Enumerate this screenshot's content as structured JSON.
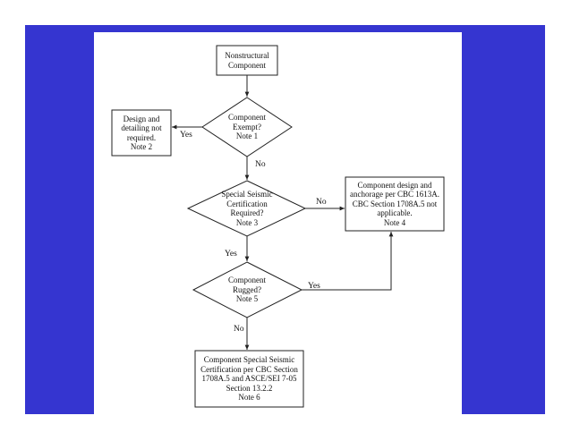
{
  "colors": {
    "slide_background": "#3535d0",
    "page_background": "#ffffff",
    "line": "#222222"
  },
  "flowchart": {
    "nodes": {
      "start": {
        "text": "Nonstructural\nComponent"
      },
      "exempt": {
        "text": "Component\nExempt?\nNote 1"
      },
      "not_required": {
        "text": "Design and\ndetailing not\nrequired.\nNote 2"
      },
      "special_cert": {
        "text": "Special Seismic\nCertification\nRequired?\nNote 3"
      },
      "cbc_design": {
        "text": "Component design and\nanchorage per CBC 1613A.\nCBC Section 1708A.5 not\napplicable.\nNote 4"
      },
      "rugged": {
        "text": "Component\nRugged?\nNote 5"
      },
      "certification": {
        "text": "Component Special Seismic\nCertification per CBC Section\n1708A.5 and ASCE/SEI 7-05\nSection 13.2.2\nNote 6"
      }
    },
    "edge_labels": {
      "exempt_yes": "Yes",
      "exempt_no": "No",
      "special_no": "No",
      "special_yes": "Yes",
      "rugged_yes": "Yes",
      "rugged_no": "No"
    }
  }
}
